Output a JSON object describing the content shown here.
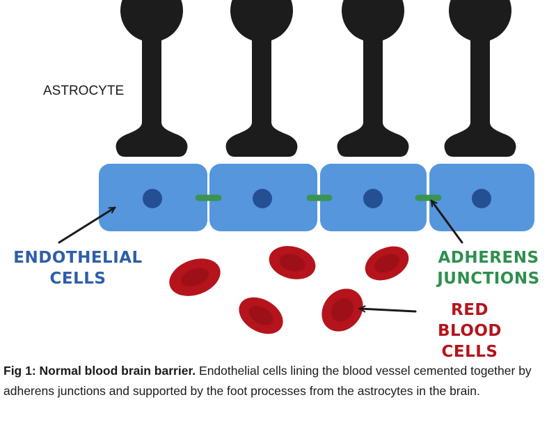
{
  "figure": {
    "labels": {
      "astrocyte": "ASTROCYTE",
      "endothelial": [
        "ENDOTHELIAL",
        "CELLS"
      ],
      "adherens": [
        "ADHERENS",
        "JUNCTIONS"
      ],
      "rbc": [
        "RED BLOOD",
        "CELLS"
      ]
    },
    "colors": {
      "astrocyte": "#1c1c1c",
      "endothelial_cell": "#5596dd",
      "nucleus": "#254f93",
      "junction": "#3a9452",
      "rbc_outer": "#b5141c",
      "rbc_inner": "#9e1018",
      "endothelial_label": "#2e5ea8",
      "adherens_label": "#2f8f4e",
      "rbc_label": "#b5141c",
      "arrow": "#1a1a1a"
    },
    "counts": {
      "astrocytes": 4,
      "endothelial_cells": 4,
      "adherens_junctions": 3,
      "red_blood_cells": 6
    }
  },
  "caption": {
    "bold": "Fig 1: Normal blood brain barrier.",
    "text": " Endothelial cells lining the blood vessel cemented together by adherens junctions and supported by the foot processes from the astrocytes in the brain."
  }
}
